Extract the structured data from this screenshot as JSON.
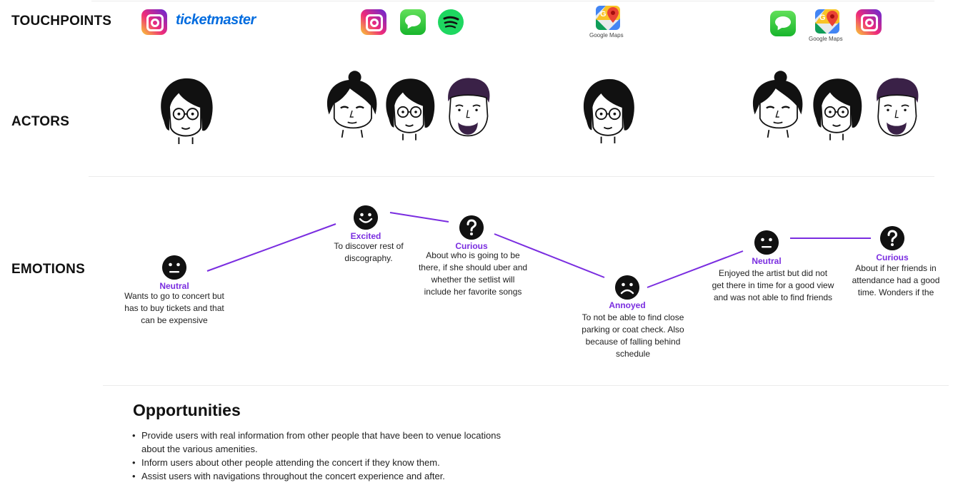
{
  "labels": {
    "touchpoints": "TOUCHPOINTS",
    "actors": "ACTORS",
    "emotions": "EMOTIONS"
  },
  "touchpoints": {
    "stage1": {
      "icons": [
        "instagram-icon"
      ],
      "wordmark": "ticketmaster"
    },
    "stage2": {
      "icons": [
        "instagram-icon",
        "messages-icon",
        "spotify-icon"
      ]
    },
    "stage3": {
      "icons": [
        "google-maps-icon"
      ],
      "caption": "Google Maps"
    },
    "stage4": {
      "icons": [
        "messages-icon",
        "google-maps-icon",
        "instagram-icon"
      ],
      "caption": "Google Maps"
    }
  },
  "actors": [
    {
      "stage": 1,
      "people": [
        "glasses-woman"
      ]
    },
    {
      "stage": 2,
      "people": [
        "bun-woman",
        "glasses-woman",
        "bearded-man"
      ]
    },
    {
      "stage": 3,
      "people": [
        "glasses-woman"
      ]
    },
    {
      "stage": 4,
      "people": [
        "bun-woman",
        "glasses-woman",
        "bearded-man"
      ]
    }
  ],
  "emotions": [
    {
      "name": "Neutral",
      "face": "neutral",
      "description": "Wants to go to concert but has to buy tickets and that can be expensive"
    },
    {
      "name": "Excited",
      "face": "happy",
      "description": "To discover rest of discography."
    },
    {
      "name": "Curious",
      "face": "question",
      "description": "About who is going to be there, if she should uber and whether the setlist will include her favorite songs"
    },
    {
      "name": "Annoyed",
      "face": "sad",
      "description": "To not be able to find close parking or coat check. Also because of falling behind schedule"
    },
    {
      "name": "Neutral",
      "face": "neutral",
      "description": "Enjoyed the artist but did not get there in time for a good view and was not able to find friends"
    },
    {
      "name": "Curious",
      "face": "question",
      "description": "About if her friends in attendance had a good time. Wonders if the"
    }
  ],
  "colors": {
    "accent": "#7a2de0",
    "ticketmaster": "#026cdf",
    "icon_fill": "#111111",
    "divider": "#ececec"
  },
  "opportunities": {
    "title": "Opportunities",
    "bullet": "•",
    "items": [
      "Provide users with real information from other people that have been to venue locations about the various amenities.",
      "Inform users about other people attending the concert if they know them.",
      "Assist users with navigations throughout the concert experience and after."
    ]
  }
}
